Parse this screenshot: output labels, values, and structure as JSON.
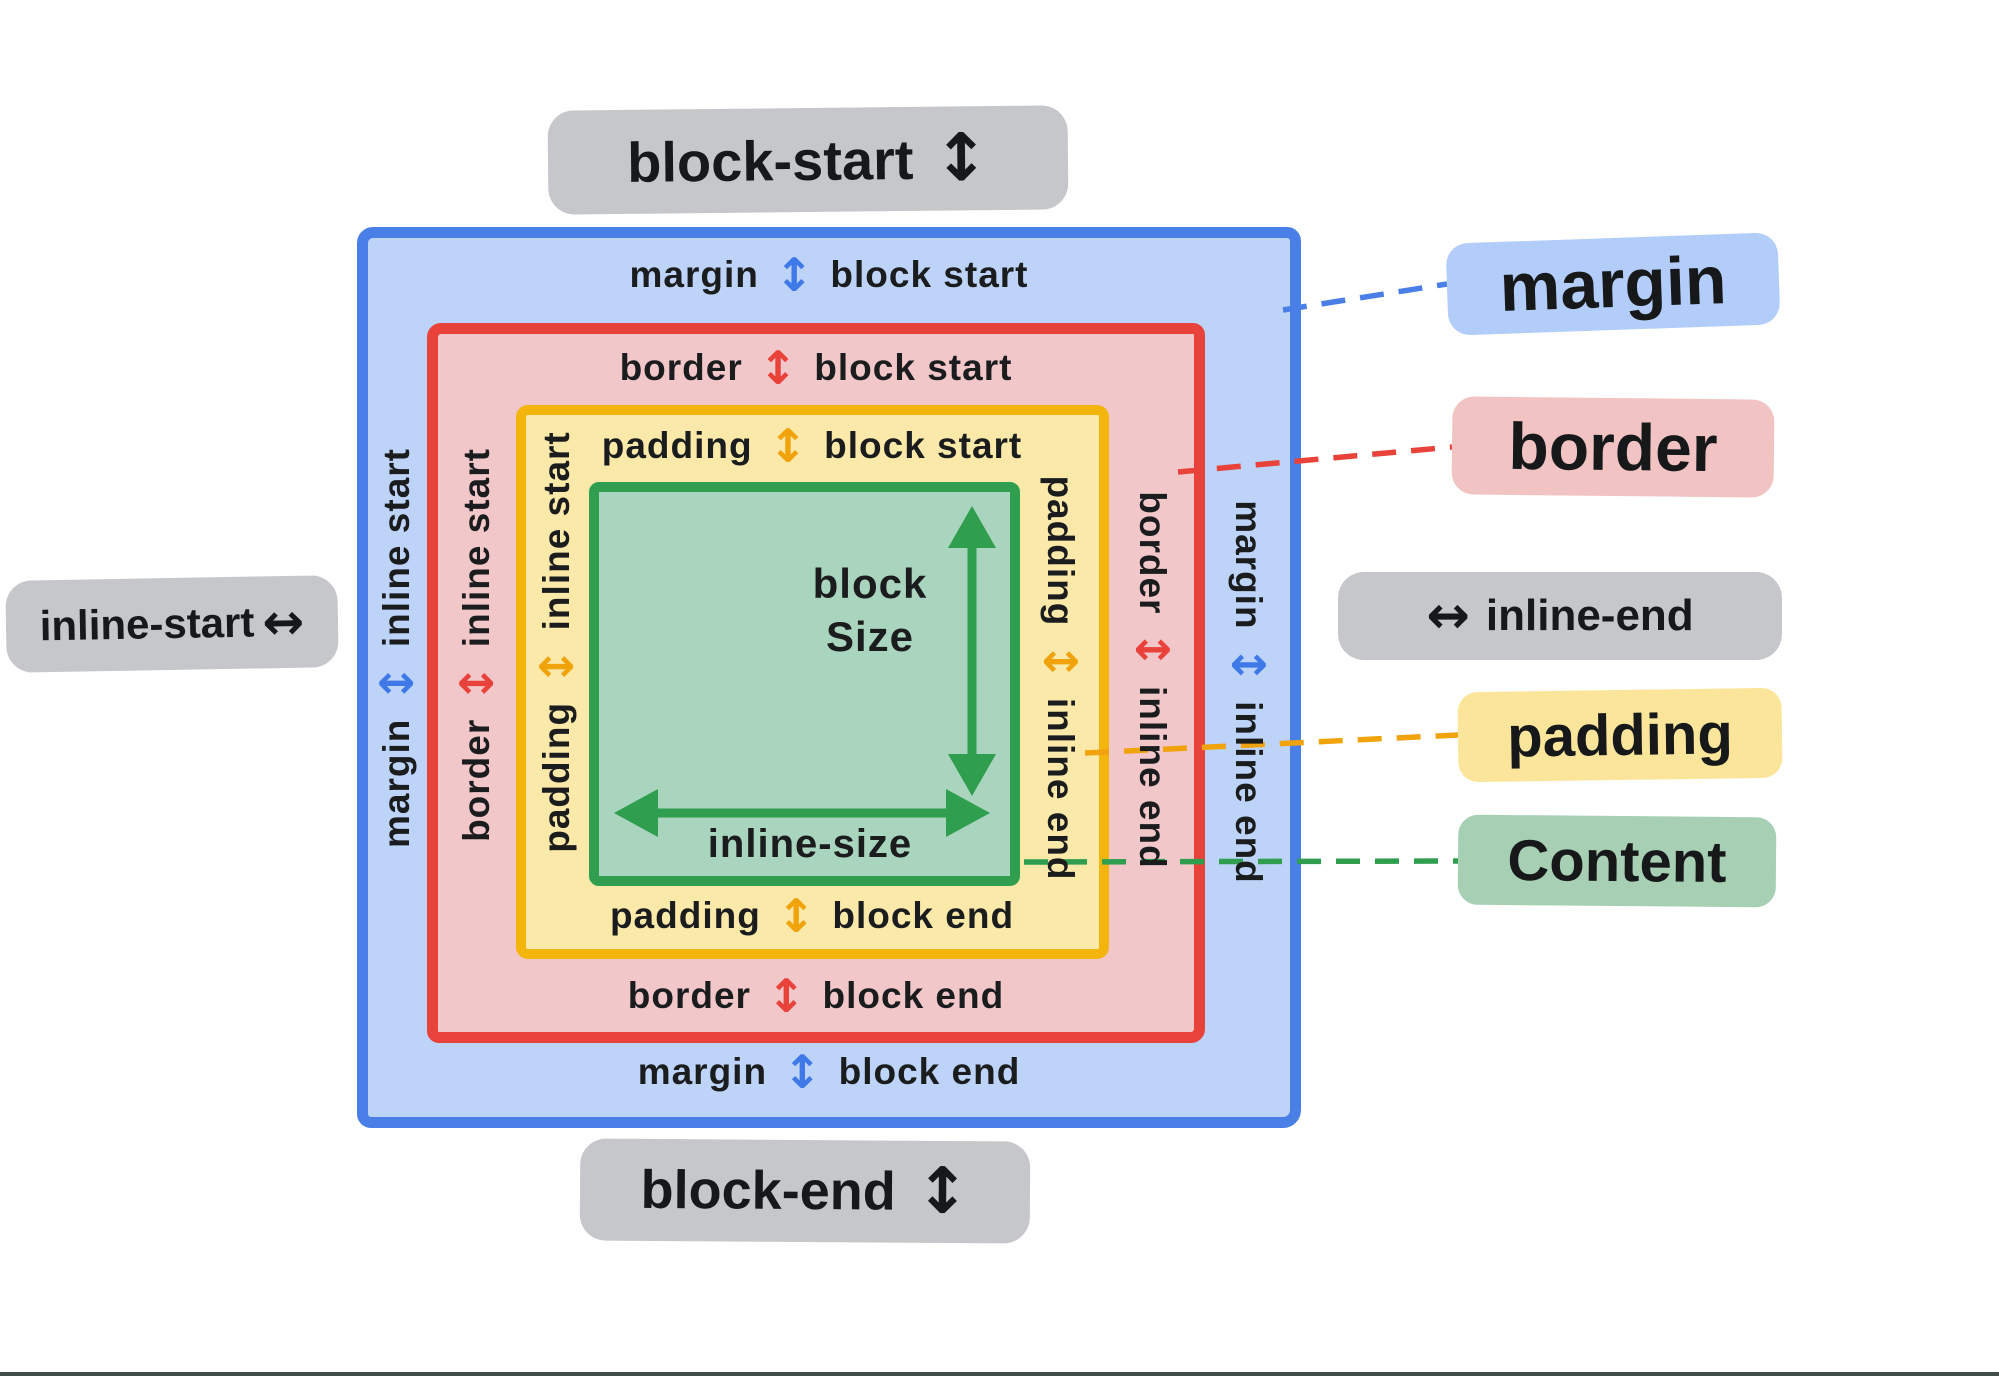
{
  "edge_badges": {
    "block_start": {
      "label": "block-start",
      "arrow": "↕"
    },
    "block_end": {
      "label": "block-end",
      "arrow": "↕"
    },
    "inline_start": {
      "label": "inline-start",
      "arrow": "↔"
    },
    "inline_end": {
      "label": "inline-end",
      "arrow": "↔"
    }
  },
  "legend": {
    "margin": {
      "label": "margin",
      "color": "#b3cdfa"
    },
    "border": {
      "label": "border",
      "color": "#f1c3c3"
    },
    "padding": {
      "label": "padding",
      "color": "#fbe59b"
    },
    "content": {
      "label": "Content",
      "color": "#a6cfb4"
    }
  },
  "ring_labels": {
    "margin_block_start": {
      "word": "margin",
      "arrow": "↕",
      "suffix": "block start"
    },
    "border_block_start": {
      "word": "border",
      "arrow": "↕",
      "suffix": "block start"
    },
    "padding_block_start": {
      "word": "padding",
      "arrow": "↕",
      "suffix": "block start"
    },
    "padding_block_end": {
      "word": "padding",
      "arrow": "↕",
      "suffix": "block end"
    },
    "border_block_end": {
      "word": "border",
      "arrow": "↕",
      "suffix": "block end"
    },
    "margin_block_end": {
      "word": "margin",
      "arrow": "↕",
      "suffix": "block end"
    },
    "margin_inline_start": {
      "word": "margin",
      "arrow": "↕",
      "suffix": "inline start"
    },
    "border_inline_start": {
      "word": "border",
      "arrow": "↕",
      "suffix": "inline start"
    },
    "padding_inline_start": {
      "word": "padding",
      "arrow": "↕",
      "suffix": "inline start"
    },
    "padding_inline_end": {
      "word": "padding",
      "arrow": "↕",
      "suffix": "inline end"
    },
    "border_inline_end": {
      "word": "border",
      "arrow": "↕",
      "suffix": "inline end"
    },
    "margin_inline_end": {
      "word": "margin",
      "arrow": "↕",
      "suffix": "inline end"
    }
  },
  "content_box": {
    "block_size_line1": "block",
    "block_size_line2": "Size",
    "inline_size": "inline-size"
  },
  "colors": {
    "margin_fill": "#bdd3f8",
    "margin_stroke": "#4a7fe8",
    "border_fill": "#f2c7c9",
    "border_stroke": "#e9423a",
    "padding_fill": "#fbe9a9",
    "padding_stroke": "#f3b40b",
    "content_fill": "#a9d4bd",
    "content_stroke": "#2f9e4f",
    "gray_badge": "#c5c7ca"
  }
}
